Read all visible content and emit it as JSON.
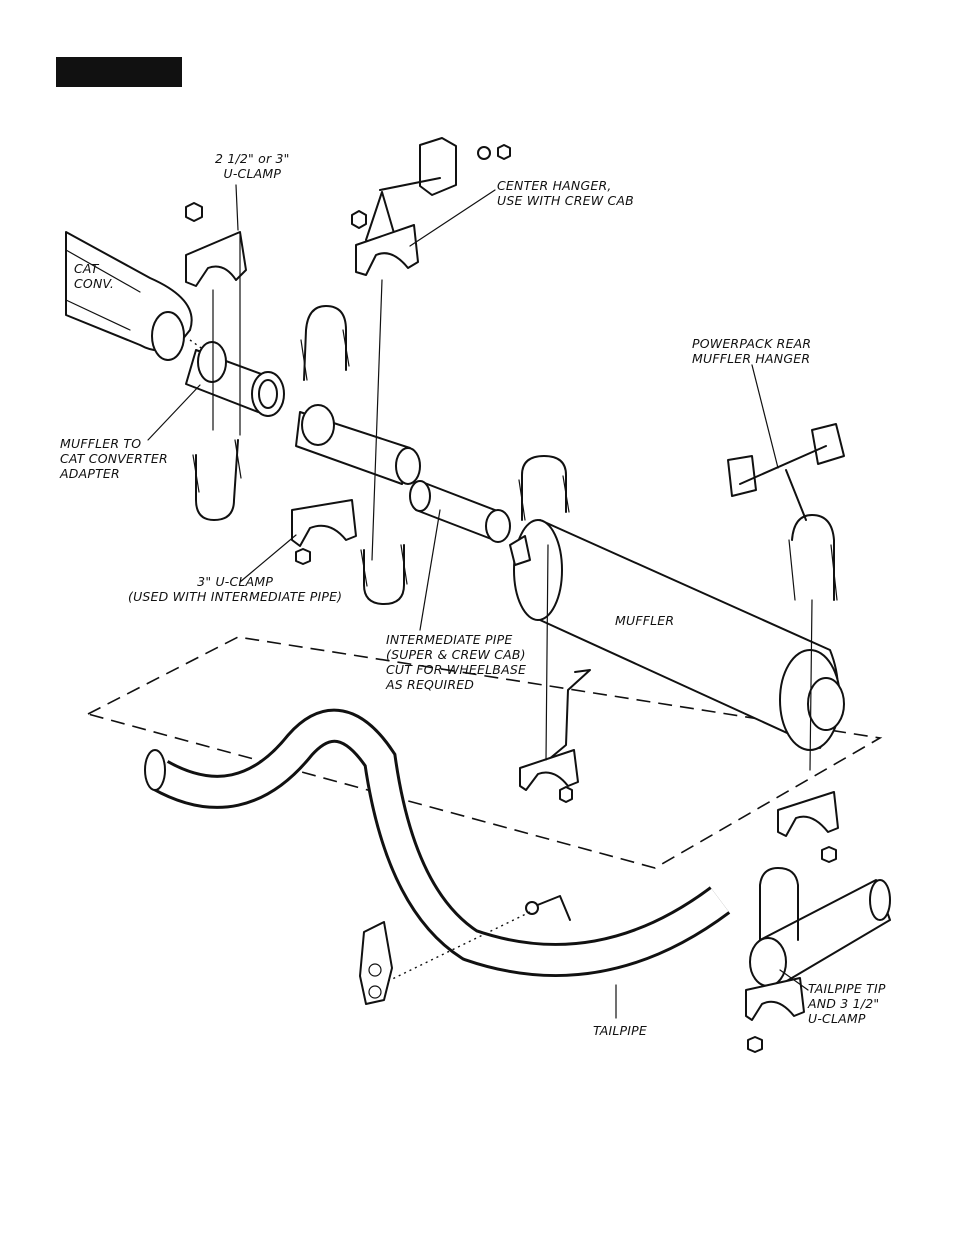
{
  "labels": {
    "u_clamp_top": "2 1/2\" or 3\"\nU-CLAMP",
    "center_hanger": "CENTER HANGER,\nUSE WITH CREW CAB",
    "cat_conv": "CAT\nCONV.",
    "powerpack": "POWERPACK REAR\nMUFFLER HANGER",
    "adapter": "MUFFLER TO\nCAT CONVERTER\nADAPTER",
    "u_clamp_3": "3\" U-CLAMP\n(USED WITH INTERMEDIATE PIPE)",
    "intermediate": "INTERMEDIATE PIPE\n(SUPER & CREW CAB)\nCUT FOR WHEELBASE\nAS REQUIRED",
    "muffler": "MUFFLER",
    "tailpipe_tip": "TAILPIPE TIP\nAND 3 1/2\"\nU-CLAMP",
    "tailpipe": "TAILPIPE"
  }
}
